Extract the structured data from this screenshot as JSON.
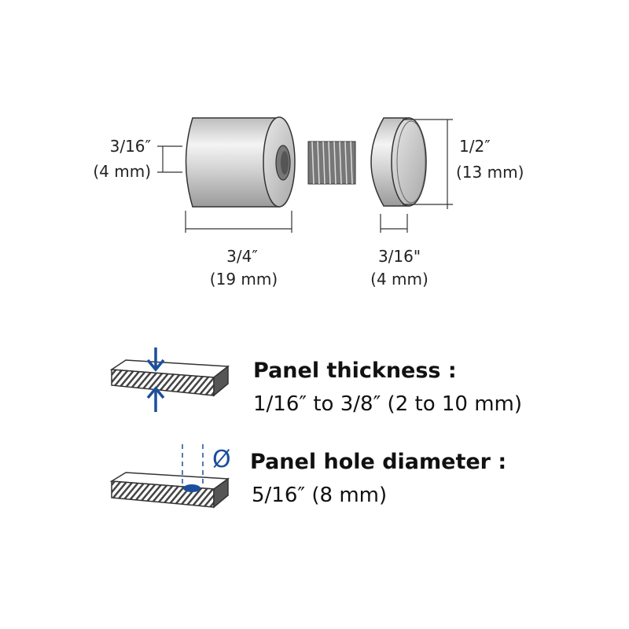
{
  "dimensions": {
    "hole_depth": {
      "imperial": "3/16″",
      "metric": "(4 mm)"
    },
    "barrel_length": {
      "imperial": "3/4″",
      "metric": "(19 mm)"
    },
    "cap_thickness": {
      "imperial": "3/16\"",
      "metric": "(4 mm)"
    },
    "diameter": {
      "imperial": "1/2″",
      "metric": "(13 mm)"
    }
  },
  "specs": [
    {
      "label": "Panel thickness :",
      "value": "1/16″ to 3/8″ (2 to 10 mm)"
    },
    {
      "label": "Panel hole diameter :",
      "value": "5/16″ (8 mm)",
      "symbol": "Ø"
    }
  ],
  "colors": {
    "accent": "#1b4f9c",
    "line": "#333333"
  }
}
